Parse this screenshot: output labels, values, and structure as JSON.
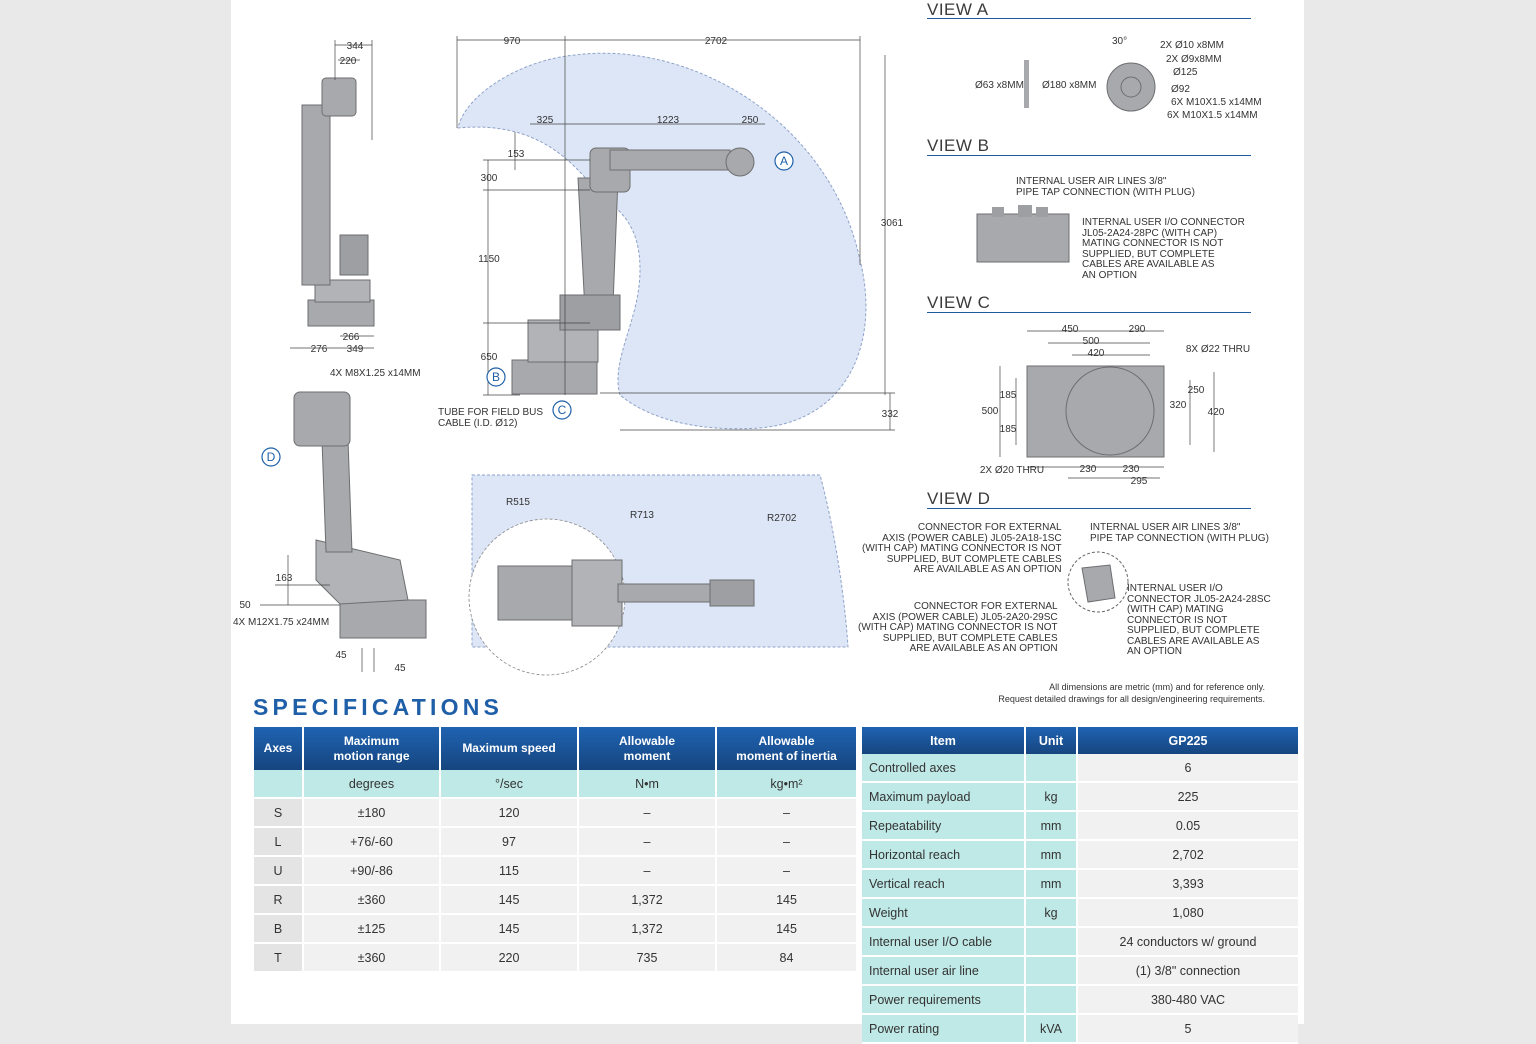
{
  "drawings": {
    "side_top": {
      "dims": [
        "344",
        "220",
        "266",
        "276",
        "349"
      ]
    },
    "main": {
      "dims": [
        "970",
        "2702",
        "325",
        "1223",
        "250",
        "153",
        "300",
        "1150",
        "650",
        "3061",
        "332"
      ],
      "callouts": {
        "a": "A",
        "b": "B",
        "c": "C"
      },
      "tube_note": "TUBE FOR FIELD BUS\nCABLE (I.D. Ø12)"
    },
    "side_bottom": {
      "dims": [
        "163",
        "50",
        "45",
        "45"
      ],
      "note_top": "4X M8X1.25  x14MM",
      "note_bottom": "4X M12X1.75 x24MM",
      "callout_d": "D"
    },
    "top_view": {
      "dims": [
        "R515",
        "R713",
        "R2702"
      ]
    }
  },
  "view_a": {
    "title": "VIEW A",
    "left_dims": [
      "Ø63 x8MM",
      "Ø180 x8MM"
    ],
    "angle": "30°",
    "notes": [
      "2X Ø10 x8MM",
      "2X Ø9x8MM",
      "Ø125",
      "Ø92",
      "6X M10X1.5 x14MM",
      "6X M10X1.5 x14MM"
    ]
  },
  "view_b": {
    "title": "VIEW B",
    "note_air": "INTERNAL USER AIR LINES 3/8\"\nPIPE TAP CONNECTION (WITH PLUG)",
    "note_io": "INTERNAL USER I/O CONNECTOR\nJL05-2A24-28PC (WITH CAP)\nMATING CONNECTOR IS NOT\nSUPPLIED, BUT COMPLETE\nCABLES ARE AVAILABLE AS\nAN OPTION"
  },
  "view_c": {
    "title": "VIEW C",
    "dims": [
      "450",
      "290",
      "500",
      "420",
      "8X Ø22 THRU",
      "185",
      "500",
      "185",
      "250",
      "320",
      "420",
      "2X Ø20 THRU",
      "230",
      "230",
      "295"
    ]
  },
  "view_d": {
    "title": "VIEW D",
    "note_ext1": "CONNECTOR FOR EXTERNAL\nAXIS (POWER CABLE) JL05-2A18-1SC\n(WITH CAP) MATING CONNECTOR IS NOT\nSUPPLIED, BUT COMPLETE CABLES\nARE AVAILABLE AS AN OPTION",
    "note_ext2": "CONNECTOR FOR EXTERNAL\nAXIS (POWER CABLE) JL05-2A20-29SC\n(WITH CAP) MATING CONNECTOR IS NOT\nSUPPLIED, BUT COMPLETE CABLES\nARE AVAILABLE AS AN OPTION",
    "note_air": "INTERNAL USER AIR LINES 3/8\"\nPIPE TAP CONNECTION (WITH PLUG)",
    "note_io": "INTERNAL USER I/O\nCONNECTOR JL05-2A24-28SC\n(WITH CAP) MATING\nCONNECTOR IS NOT\nSUPPLIED, BUT COMPLETE\nCABLES ARE AVAILABLE AS\nAN OPTION"
  },
  "disclaimer": {
    "line1": "All dimensions are metric (mm) and for reference only.",
    "line2": "Request detailed drawings for all design/engineering requirements."
  },
  "specs": {
    "title": "SPECIFICATIONS",
    "axes_table": {
      "headers": [
        "Axes",
        "Maximum\nmotion range",
        "Maximum speed",
        "Allowable\nmoment",
        "Allowable\nmoment of inertia"
      ],
      "units": [
        "",
        "degrees",
        "°/sec",
        "N•m",
        "kg•m²"
      ],
      "rows": [
        [
          "S",
          "±180",
          "120",
          "–",
          "–"
        ],
        [
          "L",
          "+76/-60",
          "97",
          "–",
          "–"
        ],
        [
          "U",
          "+90/-86",
          "115",
          "–",
          "–"
        ],
        [
          "R",
          "±360",
          "145",
          "1,372",
          "145"
        ],
        [
          "B",
          "±125",
          "145",
          "1,372",
          "145"
        ],
        [
          "T",
          "±360",
          "220",
          "735",
          "84"
        ]
      ]
    },
    "item_table": {
      "headers": [
        "Item",
        "Unit",
        "GP225"
      ],
      "rows": [
        [
          "Controlled axes",
          "",
          "6"
        ],
        [
          "Maximum payload",
          "kg",
          "225"
        ],
        [
          "Repeatability",
          "mm",
          "0.05"
        ],
        [
          "Horizontal reach",
          "mm",
          "2,702"
        ],
        [
          "Vertical reach",
          "mm",
          "3,393"
        ],
        [
          "Weight",
          "kg",
          "1,080"
        ],
        [
          "Internal user I/O cable",
          "",
          "24 conductors w/ ground"
        ],
        [
          "Internal user air line",
          "",
          "(1) 3/8\" connection"
        ],
        [
          "Power requirements",
          "",
          "380-480 VAC"
        ],
        [
          "Power rating",
          "kVA",
          "5"
        ]
      ]
    }
  },
  "colors": {
    "accent_blue": "#1e5fa8",
    "header_blue": "#1a4f8f",
    "teal": "#bfe9e6",
    "envelope": "#dde6f6",
    "robot_gray": "#a7a9ac"
  }
}
